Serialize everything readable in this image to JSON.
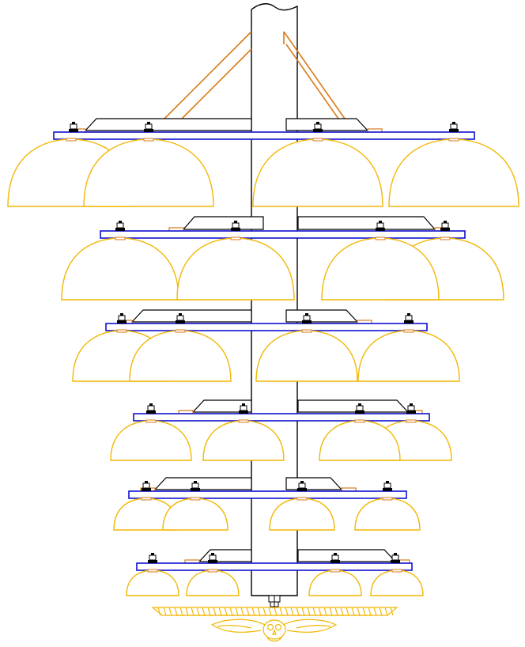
{
  "drawing": {
    "subject": "",
    "tier_count": 6,
    "colors": {
      "line": "#000000",
      "mounting_plate": "#1010d0",
      "support_strut": "#d97a1a",
      "lamp_shade": "#f2b705",
      "background": "#ffffff"
    },
    "icons": [
      "pole",
      "mounting-plate",
      "lamp-shade",
      "bolt-nut",
      "owl-crown-ornament"
    ]
  }
}
